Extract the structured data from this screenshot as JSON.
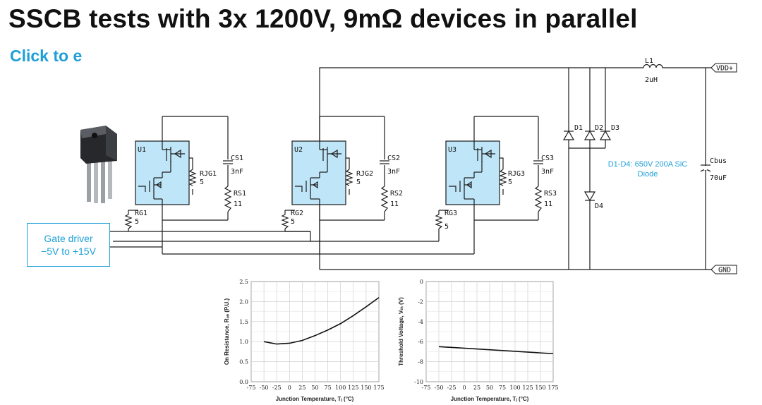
{
  "title": "SSCB tests with 3x 1200V, 9mΩ devices in parallel",
  "subtitle": "Click to e",
  "gate_driver": {
    "line1": "Gate driver",
    "line2": "−5V to +15V"
  },
  "inductor": {
    "name": "L1",
    "value": "2uH"
  },
  "port_vdd": "VDD+",
  "port_gnd": "GND",
  "cap_bus": {
    "name": "Cbus",
    "value": "70uF"
  },
  "diodes": {
    "d1": "D1",
    "d2": "D2",
    "d3": "D3",
    "d4": "D4"
  },
  "diode_note": {
    "line1": "D1-D4: 650V 200A SiC",
    "line2": "Diode"
  },
  "modules": [
    {
      "u": "U1",
      "rjg": "RJG1",
      "rjg_val": "5",
      "cs": "CS1",
      "cs_val": "3nF",
      "rs": "RS1",
      "rs_val": "11",
      "rg": "RG1",
      "rg_val": "5"
    },
    {
      "u": "U2",
      "rjg": "RJG2",
      "rjg_val": "5",
      "cs": "CS2",
      "cs_val": "3nF",
      "rs": "RS2",
      "rs_val": "11",
      "rg": "RG2",
      "rg_val": "5"
    },
    {
      "u": "U3",
      "rjg": "RJG3",
      "rjg_val": "5",
      "cs": "CS3",
      "cs_val": "3nF",
      "rs": "RS3",
      "rs_val": "11",
      "rg": "RG3",
      "rg_val": "5"
    }
  ],
  "chart_data": [
    {
      "type": "line",
      "xlabel": "Junction Temperature, Tⱼ (°C)",
      "ylabel": "On Resistance, Rₒₙ (P.U.)",
      "xlim": [
        -75,
        175
      ],
      "ylim": [
        0,
        2.5
      ],
      "xticks": [
        -75,
        -50,
        -25,
        0,
        25,
        50,
        75,
        100,
        125,
        150,
        175
      ],
      "yticks": [
        "0.0",
        "0.5",
        "1.0",
        "1.5",
        "2.0",
        "2.5"
      ],
      "grid": true,
      "x": [
        -50,
        -25,
        0,
        25,
        50,
        75,
        100,
        125,
        150,
        175
      ],
      "values": [
        1.0,
        0.94,
        0.96,
        1.03,
        1.15,
        1.29,
        1.45,
        1.65,
        1.87,
        2.1
      ]
    },
    {
      "type": "line",
      "xlabel": "Junction Temperature, Tⱼ (°C)",
      "ylabel": "Threshold Voltage, Vₜₕ (V)",
      "xlim": [
        -75,
        175
      ],
      "ylim": [
        -10,
        0
      ],
      "xticks": [
        -75,
        -50,
        -25,
        0,
        25,
        50,
        75,
        100,
        125,
        150,
        175
      ],
      "yticks": [
        "0",
        "-2",
        "-4",
        "-6",
        "-8",
        "-10"
      ],
      "grid": true,
      "x": [
        -50,
        175
      ],
      "values": [
        -6.5,
        -7.2
      ]
    }
  ]
}
